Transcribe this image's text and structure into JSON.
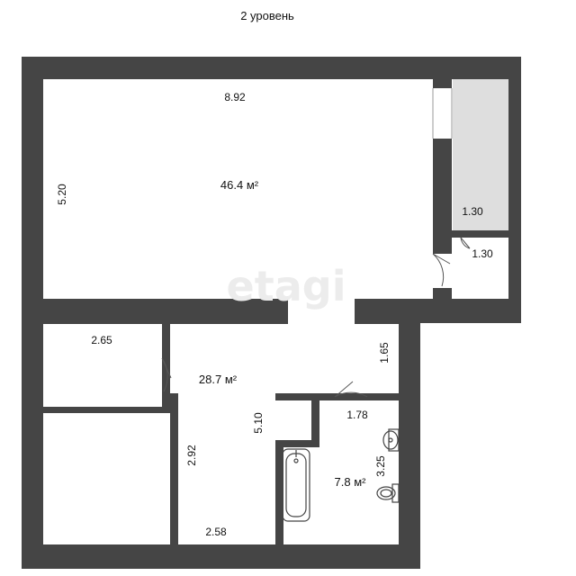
{
  "title": "2 уровень",
  "watermark": "etagi",
  "colors": {
    "wall": "#454545",
    "floor": "#ffffff",
    "storage": "#dedede",
    "text": "#111111"
  },
  "rooms": [
    {
      "id": "living",
      "area": "46.4",
      "unit": "м²"
    },
    {
      "id": "hall",
      "area": "28.7",
      "unit": "м²"
    },
    {
      "id": "bathroom",
      "area": "7.8",
      "unit": "м²"
    }
  ],
  "dimensions": {
    "living_width": "8.92",
    "living_height": "5.20",
    "closet_upper": "1.30",
    "closet_lower": "1.30",
    "room_small_width": "2.65",
    "hall_upper_height": "1.65",
    "hall_mid_height": "5.10",
    "bath_width": "1.78",
    "bath_height": "3.25",
    "corridor_height": "2.92",
    "corridor_width": "2.58"
  },
  "fixtures": [
    "bathtub-icon",
    "sink-icon",
    "toilet-icon"
  ]
}
